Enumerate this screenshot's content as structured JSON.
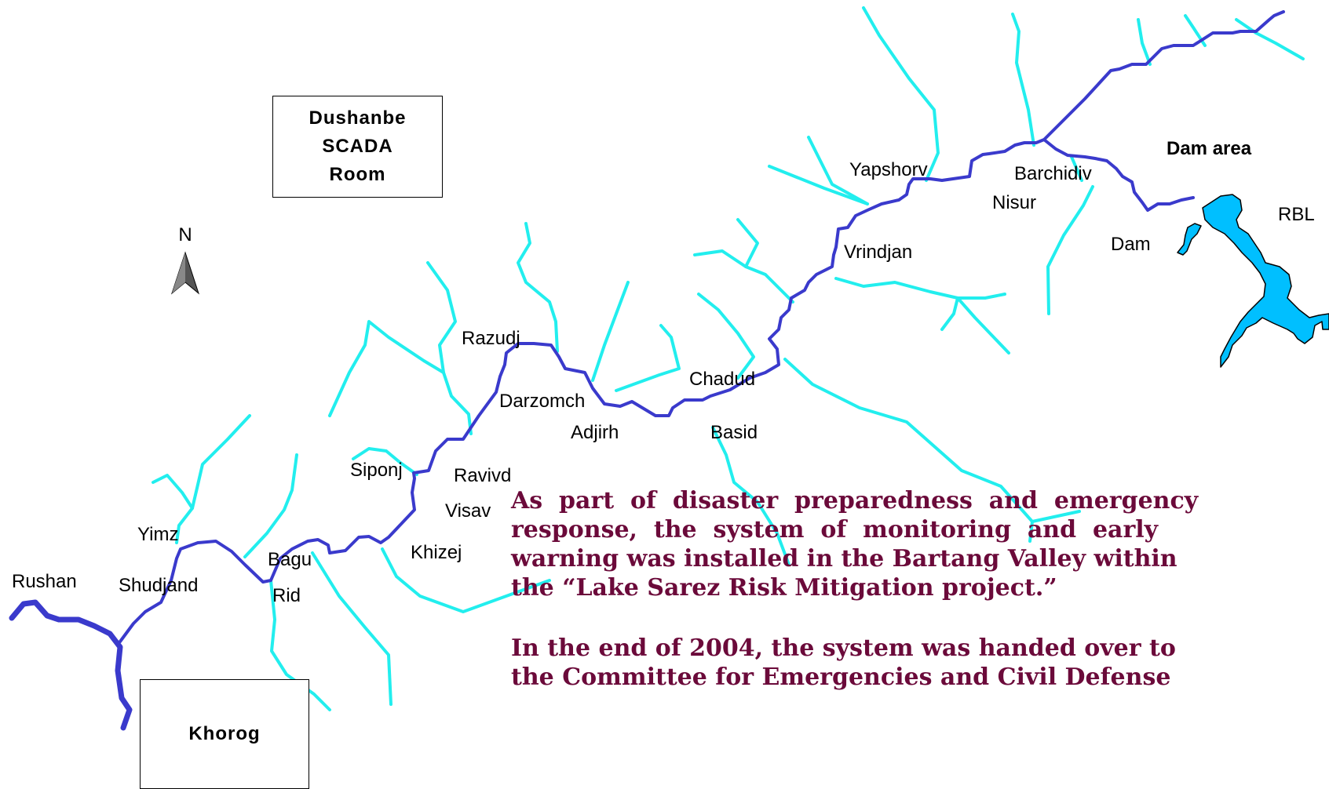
{
  "boxes": {
    "dushanbe": [
      "Dushanbe",
      "SCADA",
      "Room"
    ],
    "khorog": "Khorog"
  },
  "north_label": "N",
  "area_label": "Dam area",
  "settlements": {
    "rushan": "Rushan",
    "yimz": "Yimz",
    "shudjand": "Shudjand",
    "bagu": "Bagu",
    "rid": "Rid",
    "khizej": "Khizej",
    "siponj": "Siponj",
    "ravivd": "Ravivd",
    "visav": "Visav",
    "razudj": "Razudj",
    "darzomch": "Darzomch",
    "adjirh": "Adjirh",
    "chadud": "Chadud",
    "basid": "Basid",
    "vrindjan": "Vrindjan",
    "yapshorv": "Yapshorv",
    "barchidiv": "Barchidiv",
    "nisur": "Nisur",
    "dam": "Dam",
    "rbl": "RBL"
  },
  "paragraphs": [
    [
      "As  part  of  disaster  preparedness  and  emergency",
      "response,  the  system  of  monitoring  and  early",
      "warning was installed in the Bartang Valley within",
      "the “Lake Sarez Risk Mitigation project.”"
    ],
    [
      "In the end of 2004, the system was handed over to",
      "the Committee for Emergencies and Civil Defense"
    ]
  ],
  "colors": {
    "main_river": "#3a3acc",
    "tributary": "#22eeee",
    "lake": "#00bfff",
    "text": "#6b0a3a"
  },
  "icons": [
    "north-arrow-icon"
  ]
}
